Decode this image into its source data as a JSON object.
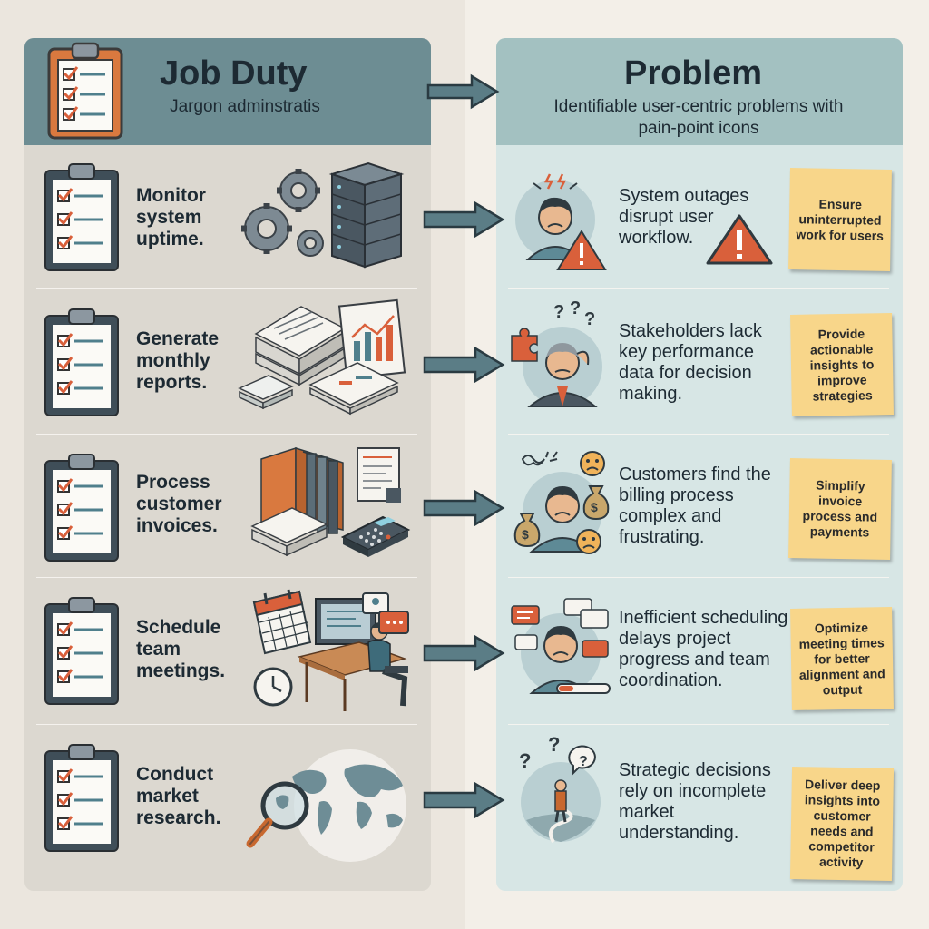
{
  "left_header": {
    "title": "Job Duty",
    "subtitle": "Jargon adminstratis"
  },
  "right_header": {
    "title": "Problem",
    "subtitle": "Identifiable user-centric problems with pain-point icons"
  },
  "rows": [
    {
      "duty": "Monitor system uptime.",
      "problem": "System outages disrupt user workflow.",
      "solution": "Ensure uninterrupted work for users"
    },
    {
      "duty": "Generate monthly reports.",
      "problem": "Stakeholders lack key performance data for decision making.",
      "solution": "Provide actionable insights to improve strategies"
    },
    {
      "duty": "Process customer invoices.",
      "problem": "Customers find the billing process complex and frustrating.",
      "solution": "Simplify invoice process and payments"
    },
    {
      "duty": "Schedule team meetings.",
      "problem": "Inefficient scheduling delays project progress and team coordination.",
      "solution": "Optimize meeting times for better alignment and output"
    },
    {
      "duty": "Conduct market research.",
      "problem": "Strategic decisions rely on incomplete market understanding.",
      "solution": "Deliver deep insights into customer needs and competitor activity"
    }
  ],
  "colors": {
    "header_left": "#6d8d93",
    "header_right": "#a3c1c1",
    "note": "#f8d68a",
    "accent": "#d9603b"
  },
  "icons": [
    "clipboard-checklist-icon",
    "gears-icon",
    "server-rack-icon",
    "report-stack-icon",
    "folders-icon",
    "calculator-icon",
    "calendar-icon",
    "clock-icon",
    "desk-worker-icon",
    "world-map-icon",
    "magnifier-icon",
    "stressed-user-icon",
    "warning-icon",
    "puzzle-icon",
    "confused-manager-icon",
    "money-bag-icon",
    "sad-face-icon",
    "chat-bubbles-icon",
    "lost-traveler-icon",
    "arrow-right-icon"
  ]
}
